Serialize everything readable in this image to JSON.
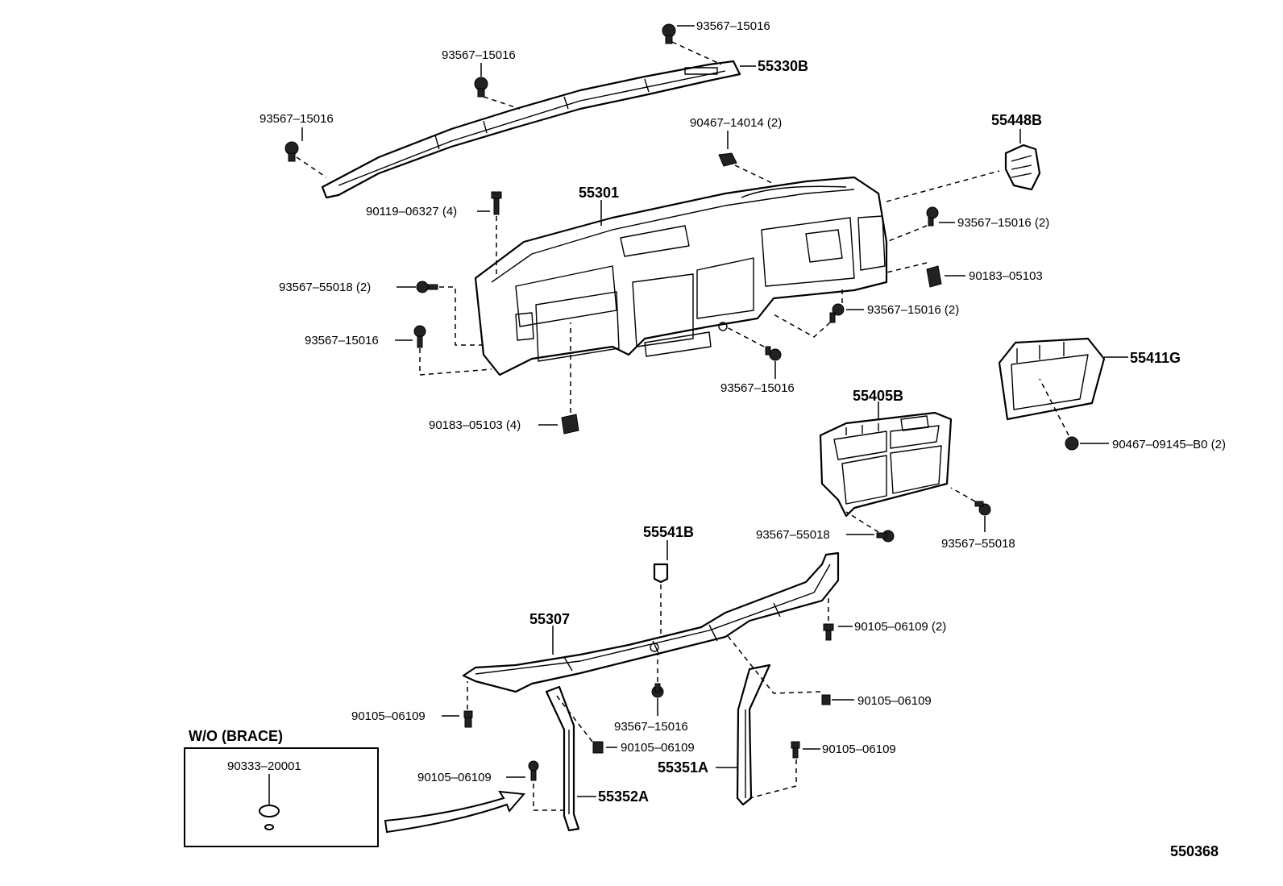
{
  "diagram": {
    "code": "550368",
    "inset_title": "W/O (BRACE)",
    "labels": {
      "p93567_15016_top": "93567–15016",
      "p55330B": "55330B",
      "p93567_15016_mid": "93567–15016",
      "p93567_15016_left": "93567–15016",
      "p90467_14014": "90467–14014 (2)",
      "p55448B": "55448B",
      "p55301": "55301",
      "p90119_06327": "90119–06327 (4)",
      "p93567_15016_r2": "93567–15016 (2)",
      "p90183_05103": "90183–05103",
      "p93567_55018_2": "93567–55018 (2)",
      "p93567_15016_c2": "93567–15016 (2)",
      "p93567_15016_l": "93567–15016",
      "p93567_15016_bc": "93567–15016",
      "p55411G": "55411G",
      "p55405B": "55405B",
      "p90183_05103_4": "90183–05103 (4)",
      "p90467_09145": "90467–09145–B0 (2)",
      "p93567_55018_a": "93567–55018",
      "p93567_55018_b": "93567–55018",
      "p55541B": "55541B",
      "p55307": "55307",
      "p90105_06109_2": "90105–06109 (2)",
      "p90105_06109_a": "90105–06109",
      "p93567_15016_low": "93567–15016",
      "p90105_06109_b": "90105–06109",
      "p90105_06109_c": "90105–06109",
      "p90105_06109_d": "90105–06109",
      "p55351A": "55351A",
      "p90105_06109_e": "90105–06109",
      "p55352A": "55352A",
      "p90333_20001": "90333–20001"
    }
  }
}
